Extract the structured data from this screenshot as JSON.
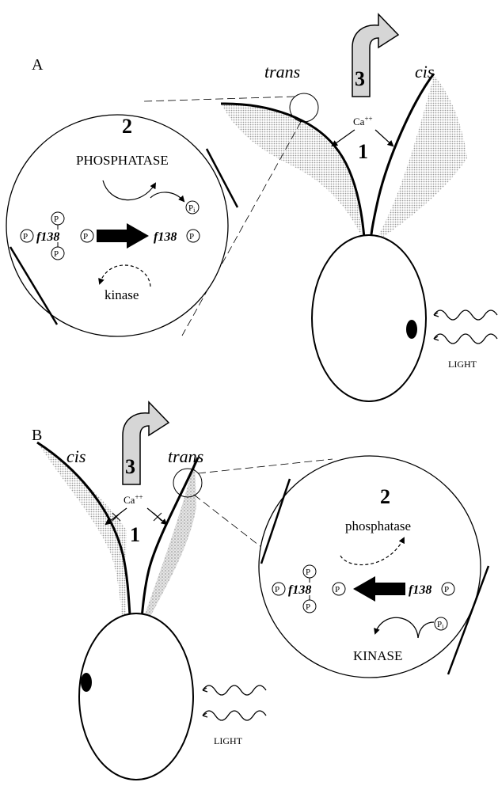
{
  "panel_a": {
    "label": "A",
    "trans": "trans",
    "cis": "cis",
    "step3": "3",
    "step1": "1",
    "step2": "2",
    "ca": "Ca",
    "ca_charge": "++",
    "phosphatase": "PHOSPHATASE",
    "kinase": "kinase",
    "pi": "P",
    "pi_sub": "i",
    "f138_left": "f138",
    "f138_right": "f138",
    "p": "P",
    "light": "LIGHT"
  },
  "panel_b": {
    "label": "B",
    "trans": "trans",
    "cis": "cis",
    "step3": "3",
    "step1": "1",
    "step2": "2",
    "ca": "Ca",
    "ca_charge": "++",
    "phosphatase": "phosphatase",
    "kinase": "KINASE",
    "pi": "P",
    "pi_sub": "i",
    "f138_left": "f138",
    "f138_right": "f138",
    "p": "P",
    "light": "LIGHT"
  },
  "colors": {
    "stroke": "#000000",
    "stipple": "#c8c8c8",
    "arrow3_fill": "#d6d6d6"
  }
}
